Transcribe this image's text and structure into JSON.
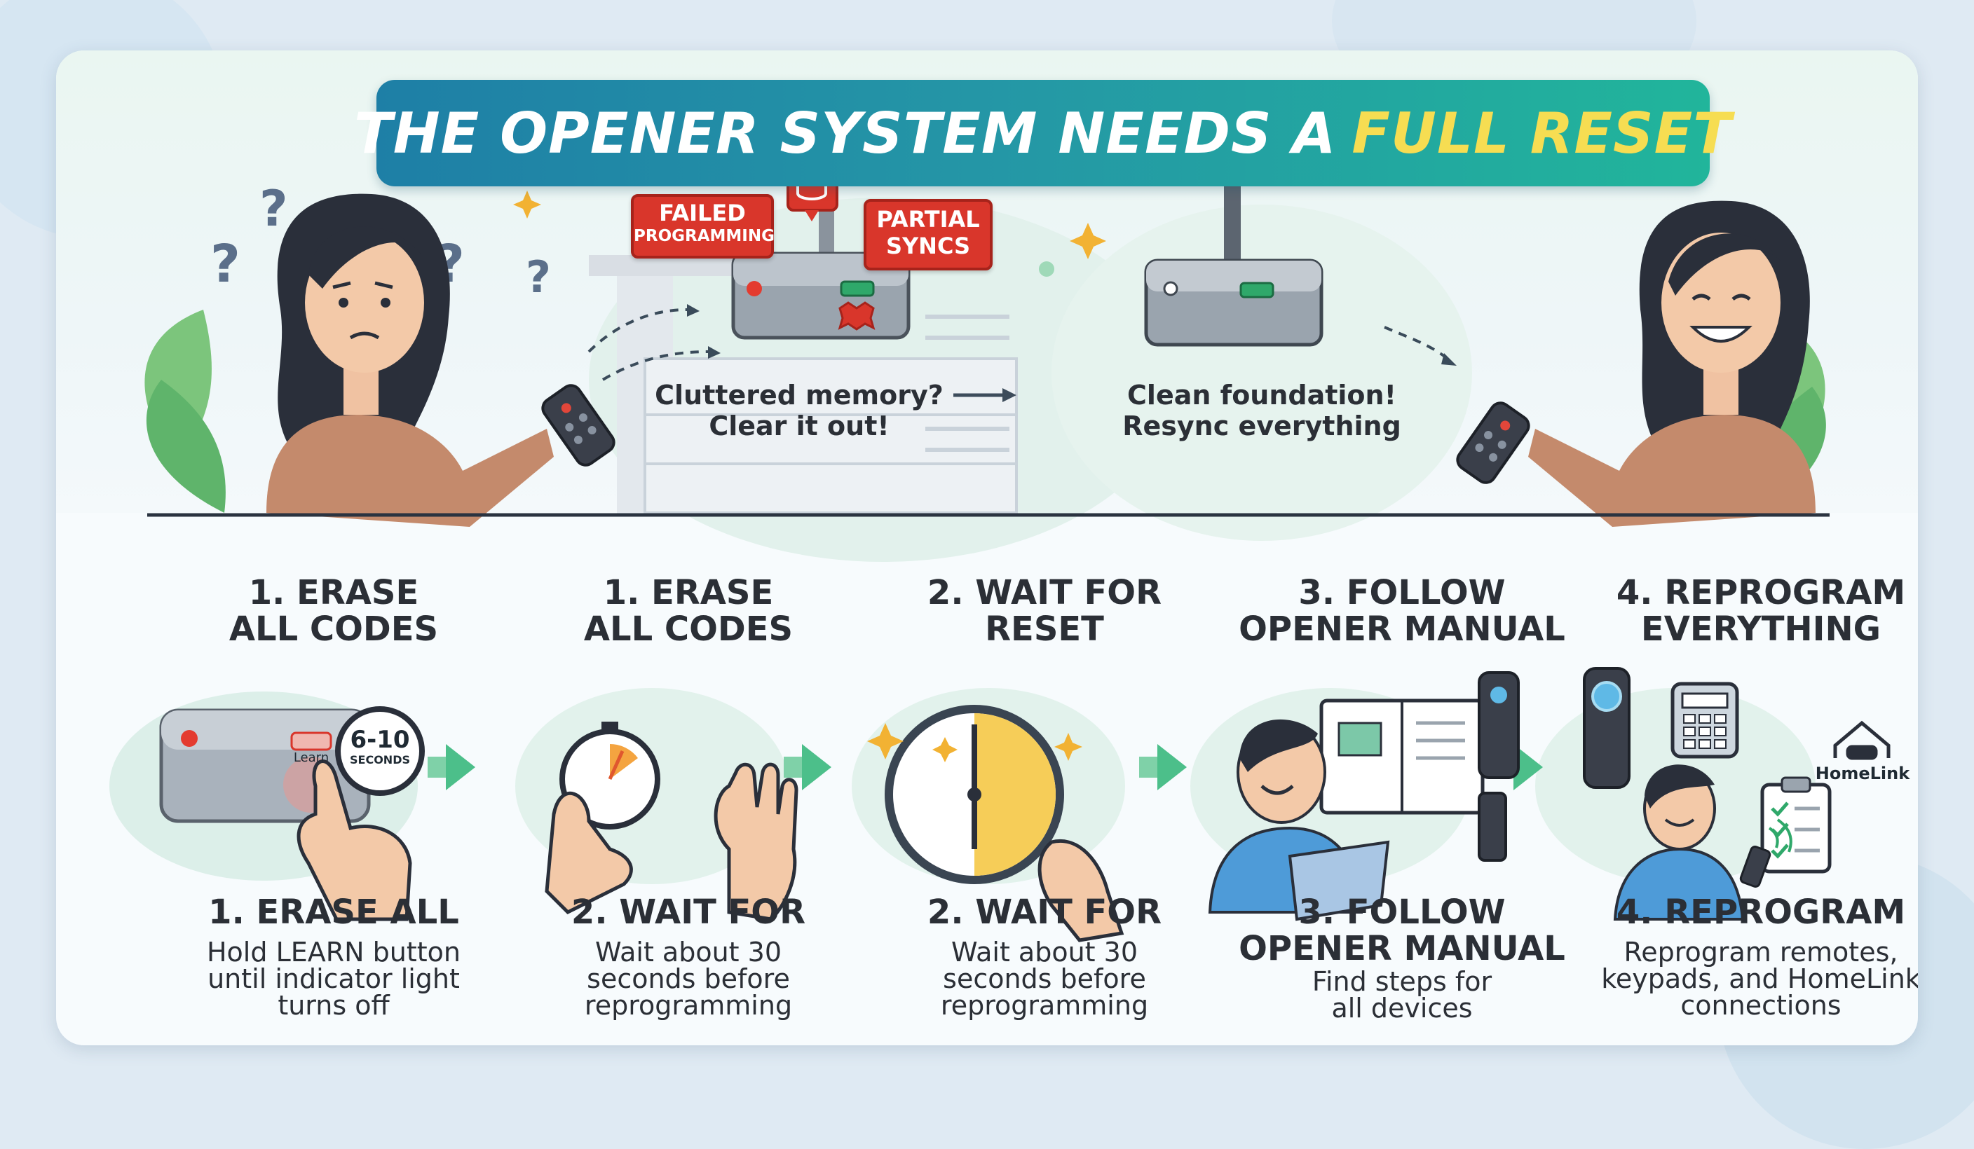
{
  "title": {
    "main": "THE OPENER SYSTEM NEEDS A",
    "highlight": "FULL RESET"
  },
  "hero": {
    "tag_failed_line1": "FAILED",
    "tag_failed_line2": "PROGRAMMING",
    "tag_partial_line1": "PARTIAL",
    "tag_partial_line2": "SYNCS",
    "left_caption_line1": "Cluttered memory?",
    "left_caption_line2": "Clear it out!",
    "right_caption_line1": "Clean foundation!",
    "right_caption_line2": "Resync everything"
  },
  "steps": [
    {
      "heading_line1": "1. ERASE",
      "heading_line2": "ALL CODES",
      "subtitle_line1": "1. ERASE ALL",
      "subtitle_line2": "",
      "desc": [
        "Hold LEARN button",
        "until indicator light",
        "turns off"
      ],
      "badge_value": "6-10",
      "badge_unit": "SECONDS",
      "button_label": "Learn"
    },
    {
      "heading_line1": "1. ERASE",
      "heading_line2": "ALL CODES",
      "subtitle_line1": "2. WAIT FOR",
      "subtitle_line2": "",
      "desc": [
        "Wait about 30",
        "seconds before",
        "reprogramming"
      ]
    },
    {
      "heading_line1": "2. WAIT FOR",
      "heading_line2": "RESET",
      "subtitle_line1": "2. WAIT FOR",
      "subtitle_line2": "",
      "desc": [
        "Wait about 30",
        "seconds before",
        "reprogramming"
      ]
    },
    {
      "heading_line1": "3. FOLLOW",
      "heading_line2": "OPENER MANUAL",
      "subtitle_line1": "3. FOLLOW",
      "subtitle_line2": "OPENER MANUAL",
      "desc": [
        "Find steps for",
        "all devices"
      ]
    },
    {
      "heading_line1": "4. REPROGRAM",
      "heading_line2": "EVERYTHING",
      "subtitle_line1": "4. REPROGRAM",
      "subtitle_line2": "",
      "desc": [
        "Reprogram remotes,",
        "keypads, and HomeLink",
        "connections"
      ],
      "homelink_label": "HomeLink"
    }
  ],
  "colors": {
    "banner_start": "#1e7fa6",
    "banner_end": "#21b59b",
    "highlight": "#f6dd52",
    "alert_red": "#d9362b",
    "arrow_green": "#4cbf8a",
    "text_dark": "#2b2f36"
  }
}
